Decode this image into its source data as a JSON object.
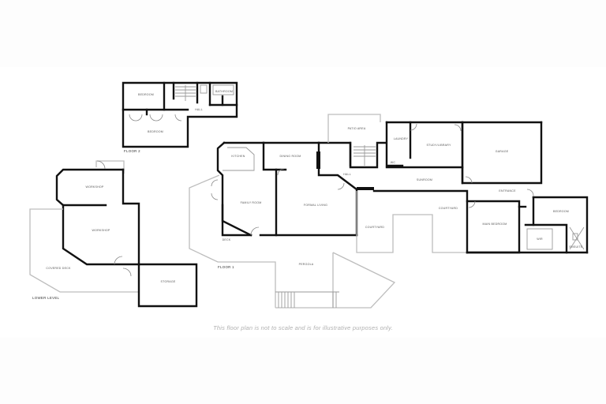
{
  "floor_plan": {
    "levels": {
      "floor2": "Floor 2",
      "floor1": "Floor 1",
      "lower": "Lower Level"
    },
    "rooms": {
      "f2_bedroom_top": "Bedroom",
      "f2_bedroom_bottom": "Bedroom",
      "f2_hall": "Hall",
      "f2_bathroom": "Bathroom",
      "lower_workshop_top": "Workshop",
      "lower_workshop_main": "Workshop",
      "lower_covered_deck": "Covered Deck",
      "lower_storage": "Storage",
      "kitchen": "Kitchen",
      "dining_room": "Dining Room",
      "family_room": "Family Room",
      "formal_living": "Formal Living",
      "deck": "Deck",
      "pergola": "Pergola",
      "patio_area": "Patio Area",
      "laundry": "Laundry",
      "study_library": "Study/Library",
      "garage": "Garage",
      "hall": "Hall",
      "wc": "WC",
      "sunroom": "Sunroom",
      "courtyard_left": "Courtyard",
      "courtyard_right": "Courtyard",
      "entrance": "Entrance",
      "main_bedroom": "Main Bedroom",
      "bedroom": "Bedroom",
      "wir": "WIR",
      "ensuite": "Ensuite"
    },
    "disclaimer": "This floor plan is not to scale and is for illustrative purposes only."
  }
}
